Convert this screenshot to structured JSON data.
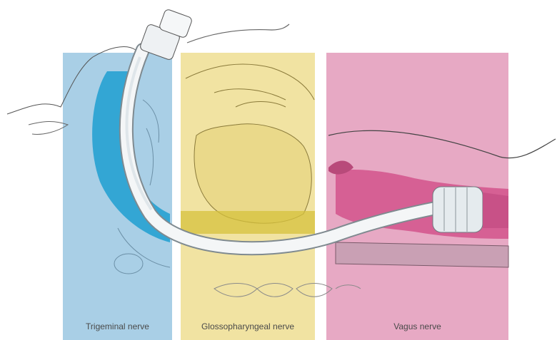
{
  "panels": [
    {
      "label": "Trigeminal nerve",
      "color": "#a9cfe6",
      "accent": "#1fa4d4"
    },
    {
      "label": "Glossopharyngeal nerve",
      "color": "#f1e3a2",
      "accent": "#d9c645"
    },
    {
      "label": "Vagus nerve",
      "color": "#e7a9c4",
      "accent": "#c94586"
    }
  ],
  "background": "#ffffff"
}
